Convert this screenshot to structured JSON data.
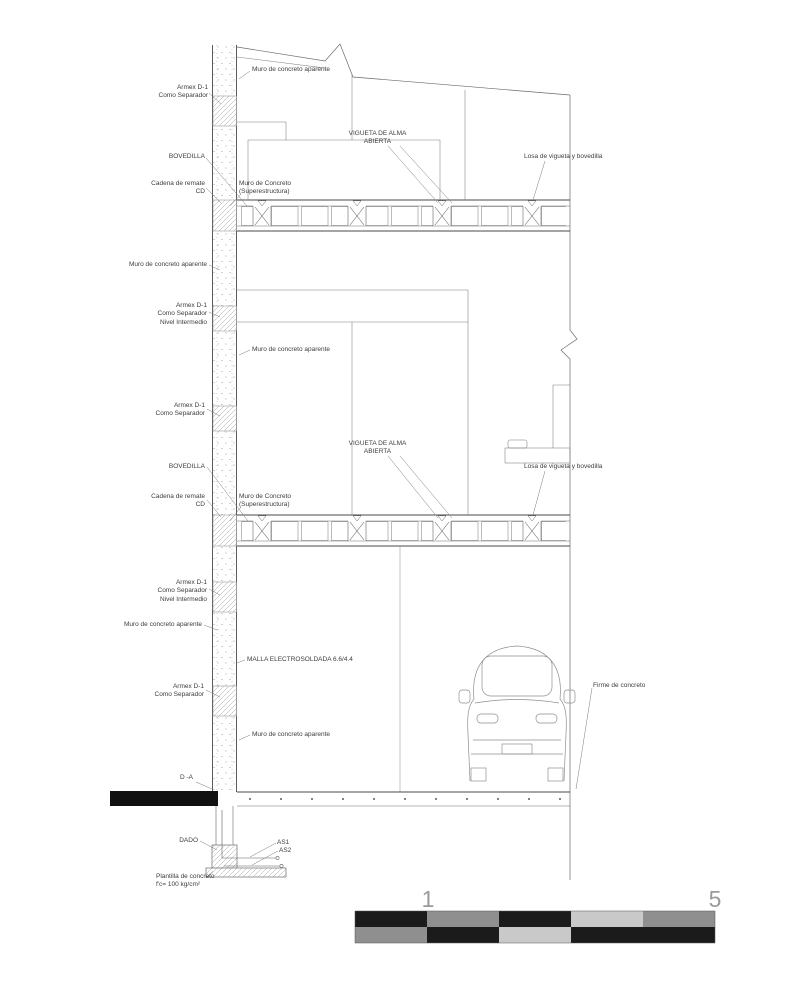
{
  "labels": {
    "muro_aparente_top": "Muro de concreto aparente",
    "armex_top": "Armex D-1\nComo Separador",
    "bovedilla_upper": "BOVEDILLA",
    "cadena_upper": "Cadena de remate\nCD",
    "muro_super_upper": "Muro de Concreto\n(Superestructura)",
    "vigueta_upper": "VIGUETA DE ALMA\nABIERTA",
    "losa_upper": "Losa de vigueta y bovedilla",
    "muro_aparente_mid_left": "Muro de concreto aparente",
    "armex_mid_intermedio": "Armex D-1\nComo Separador\nNivel Intermedio",
    "muro_aparente_mid_right": "Muro de concreto aparente",
    "armex_mid2": "Armex D-1\nComo Separador",
    "vigueta_lower": "VIGUETA DE ALMA\nABIERTA",
    "bovedilla_lower": "BOVEDILLA",
    "losa_lower": "Losa de vigueta y bovedilla",
    "cadena_lower": "Cadena de remate\nCD",
    "muro_super_lower": "Muro de Concreto\n(Superestructura)",
    "armex_low_intermedio": "Armex D-1\nComo Separador\nNivel Intermedio",
    "muro_aparente_low_left": "Muro de concreto aparente",
    "malla": "MALLA ELECTROSOLDADA 6.6/4.4",
    "armex_low2": "Armex D-1\nComo Separador",
    "firme": "Firme de concreto",
    "muro_aparente_low_right": "Muro de concreto aparente",
    "detail_marker": "D -A",
    "dado": "DADO",
    "as1": "AS1",
    "as2": "AS2",
    "plantilla": "Plantilla de concreto\nf'c= 100 kg/cm²"
  },
  "scale_bar": {
    "label_1": "1",
    "label_5": "5"
  },
  "colors": {
    "line": "#6b6b6b",
    "dark_line": "#3f3f3f",
    "text": "#3d3d3d",
    "black_bar": "#111111",
    "scale_black": "#1b1b1b",
    "scale_gray": "#8f8f8f",
    "scale_light": "#c9c9c9",
    "scale_number": "#9a9a9a"
  }
}
